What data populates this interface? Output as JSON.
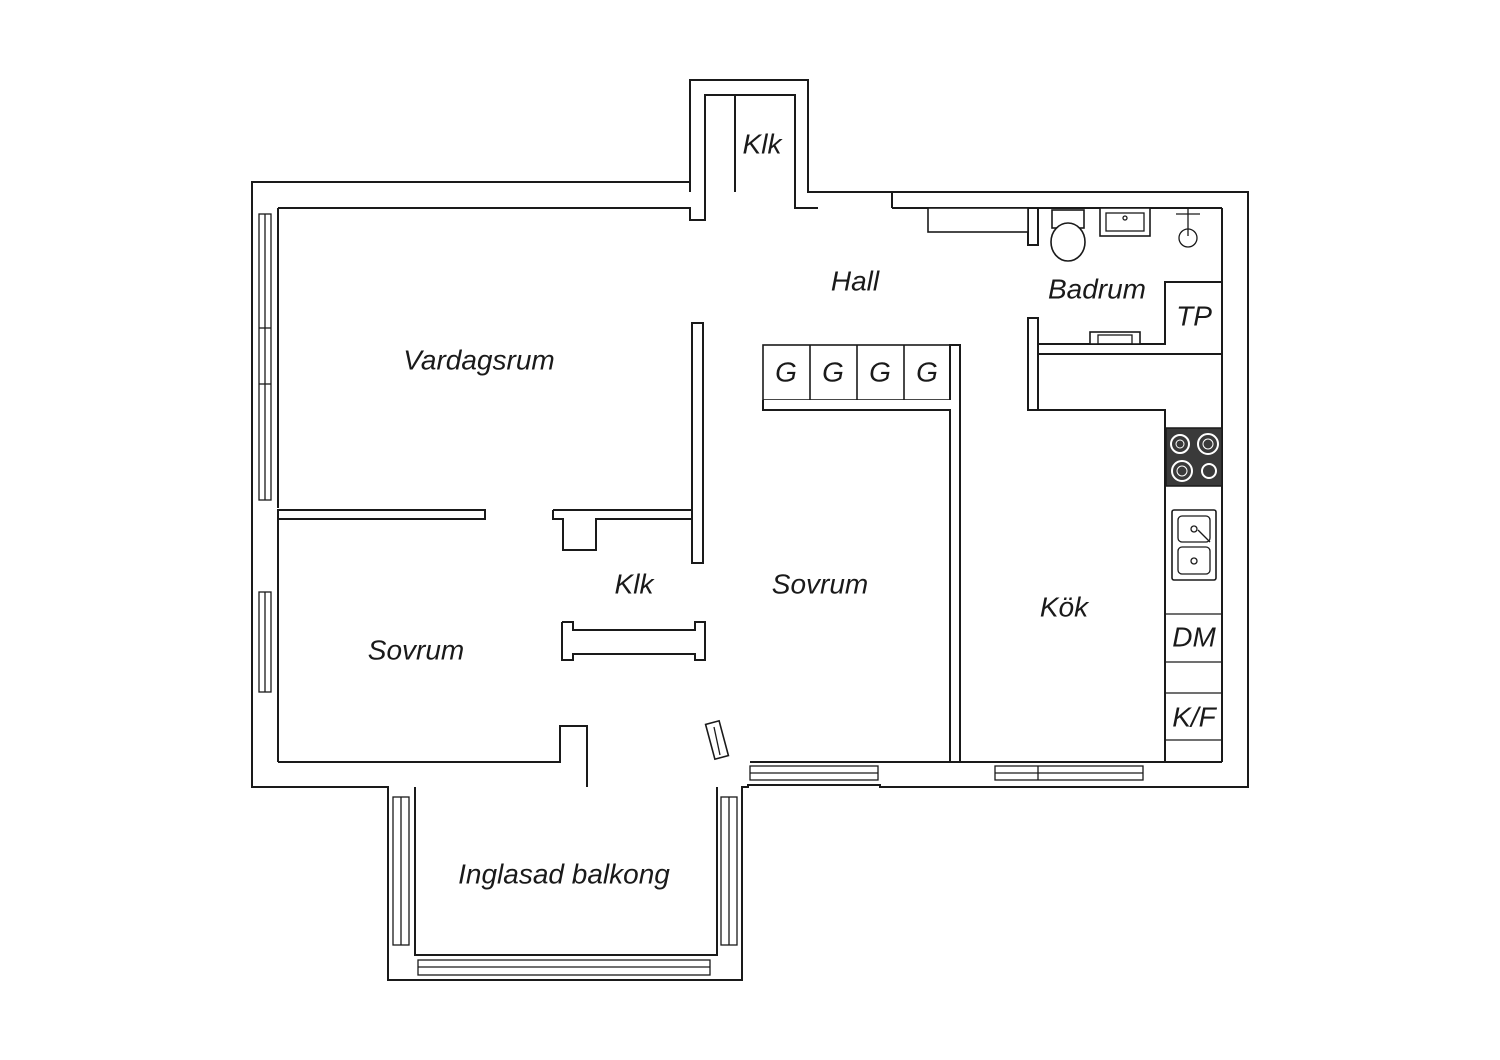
{
  "labels": {
    "klk_top": "Klk",
    "hall": "Hall",
    "badrum": "Badrum",
    "tp": "TP",
    "vardagsrum": "Vardagsrum",
    "g1": "G",
    "g2": "G",
    "g3": "G",
    "g4": "G",
    "klk_mid": "Klk",
    "sovrum_center": "Sovrum",
    "sovrum_left": "Sovrum",
    "kok": "Kök",
    "dm": "DM",
    "kf": "K/F",
    "balkong": "Inglasad balkong"
  },
  "colors": {
    "line": "#1a1a1a",
    "background": "#ffffff",
    "stove": "#3a3a3a"
  }
}
